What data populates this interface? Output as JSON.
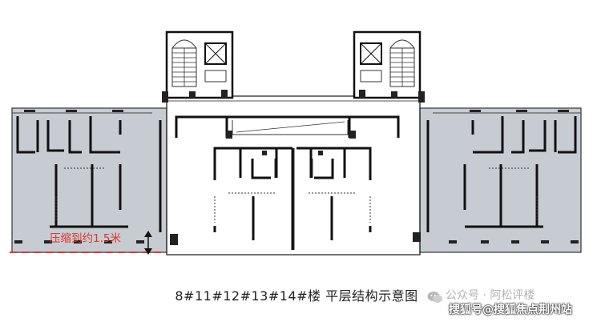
{
  "caption": "8#11#12#13#14#楼 平层结构示意图",
  "annotation": {
    "text": "压缩到约1.5米",
    "color": "#e0352b"
  },
  "watermark": {
    "line1": "公众号 · 阿松评楼",
    "line2": "搜狐号@搜狐焦点荆州站",
    "icon": "wechat-icon"
  },
  "colors": {
    "wall": "#111111",
    "shaded_unit": "#c7ccd2",
    "outline": "#666666",
    "dashed_line": "#e0352b"
  }
}
